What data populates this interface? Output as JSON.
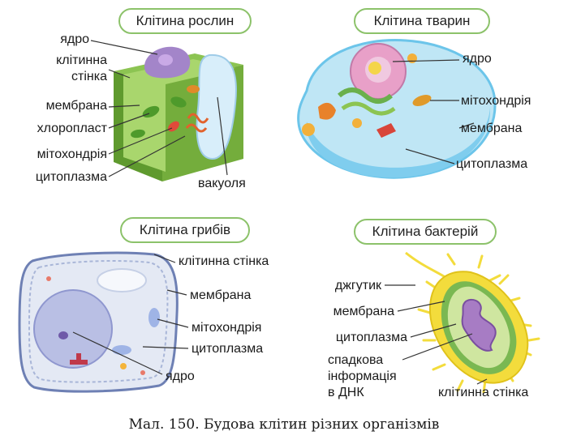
{
  "panels": {
    "plant": {
      "title": "Клітина рослин",
      "labels": {
        "nucleus": "ядро",
        "cell_wall_1": "клітинна",
        "cell_wall_2": "стінка",
        "membrane": "мембрана",
        "chloroplast": "хлоропласт",
        "mitochondria": "мітохондрія",
        "cytoplasm": "цитоплазма",
        "vacuole": "вакуоля"
      }
    },
    "animal": {
      "title": "Клітина тварин",
      "labels": {
        "nucleus": "ядро",
        "mitochondria": "мітохондрія",
        "membrane": "мембрана",
        "cytoplasm": "цитоплазма"
      }
    },
    "fungus": {
      "title": "Клітина грибів",
      "labels": {
        "cell_wall": "клітинна стінка",
        "membrane": "мембрана",
        "mitochondria": "мітохондрія",
        "cytoplasm": "цитоплазма",
        "nucleus": "ядро"
      }
    },
    "bacteria": {
      "title": "Клітина бактерій",
      "labels": {
        "flagellum": "джгутик",
        "membrane": "мембрана",
        "cytoplasm": "цитоплазма",
        "dna_1": "спадкова",
        "dna_2": "інформація",
        "dna_3": "в ДНК",
        "cell_wall": "клітинна стінка"
      }
    }
  },
  "caption": "Мал. 150. Будова клітин різних організмів",
  "colors": {
    "pill_border": "#8cc26a",
    "plant_wall": "#6aa339",
    "animal_cytoplasm": "#bfe6f5",
    "fungus_cytoplasm": "#e4e9f4",
    "bacteria_wall": "#f3dc3c"
  }
}
